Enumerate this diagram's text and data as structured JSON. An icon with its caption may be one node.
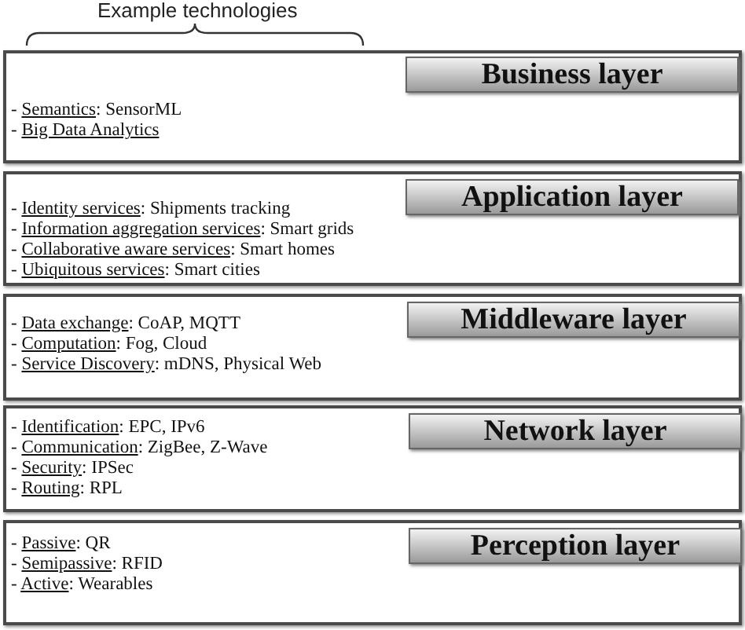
{
  "diagram": {
    "nodes": [
      {
        "text": [
          "- Semantics: SensorML",
          "- Big Data Analytics"
        ]
      },
      {
        "text": [
          "Business layer"
        ],
        "in": 0
      },
      {
        "text": [
          "- Identity services: Shipments tracking",
          "- Information aggregation services: Smart grids",
          "- Collaborative aware services: Smart homes",
          "- Ubiquitous services: Smart cities"
        ]
      },
      {
        "text": [
          "Application layer"
        ],
        "in": 2
      },
      {
        "text": [
          "- Data exchange: CoAP, MQTT",
          "- Computation: Fog, Cloud",
          "- Service Discovery: mDNS, Physical Web"
        ]
      },
      {
        "text": [
          "Middleware layer"
        ],
        "in": 4
      },
      {
        "text": [
          "- Identification: EPC, IPv6",
          "- Communication: ZigBee, Z-Wave",
          "- Security: IPSec",
          "- Routing: RPL"
        ]
      },
      {
        "text": [
          "Network layer"
        ],
        "in": 6
      },
      {
        "text": [
          "- Passive: QR",
          "- Semipassive: RFID",
          "- Active: Wearables"
        ]
      },
      {
        "text": [
          "Perception layer"
        ],
        "in": 8
      }
    ],
    "labels": [
      "Example technologies"
    ]
  }
}
